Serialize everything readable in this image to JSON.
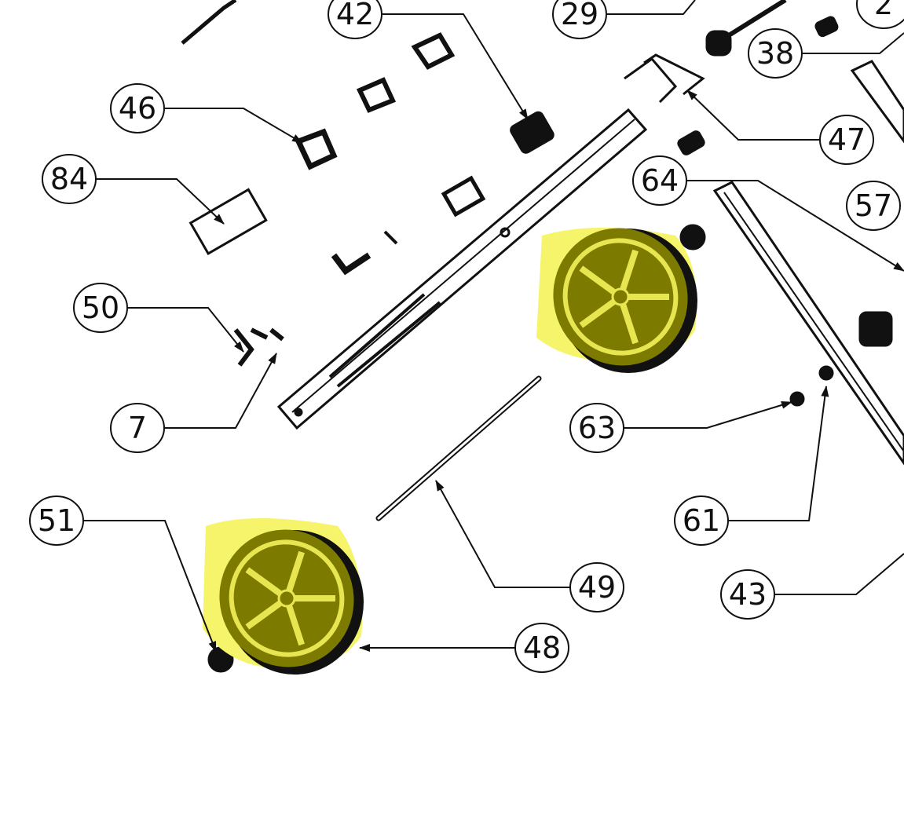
{
  "diagram": {
    "type": "exploded parts diagram",
    "part_labels": [
      "42",
      "29",
      "2",
      "38",
      "46",
      "84",
      "47",
      "64",
      "57",
      "50",
      "7",
      "63",
      "61",
      "51",
      "49",
      "48",
      "43"
    ],
    "highlighted_parts": [
      "wheel-upper",
      "wheel-lower"
    ],
    "colors": {
      "line": "#111111",
      "highlight": "#f6f46a",
      "wheel": "#7d7a00"
    }
  }
}
